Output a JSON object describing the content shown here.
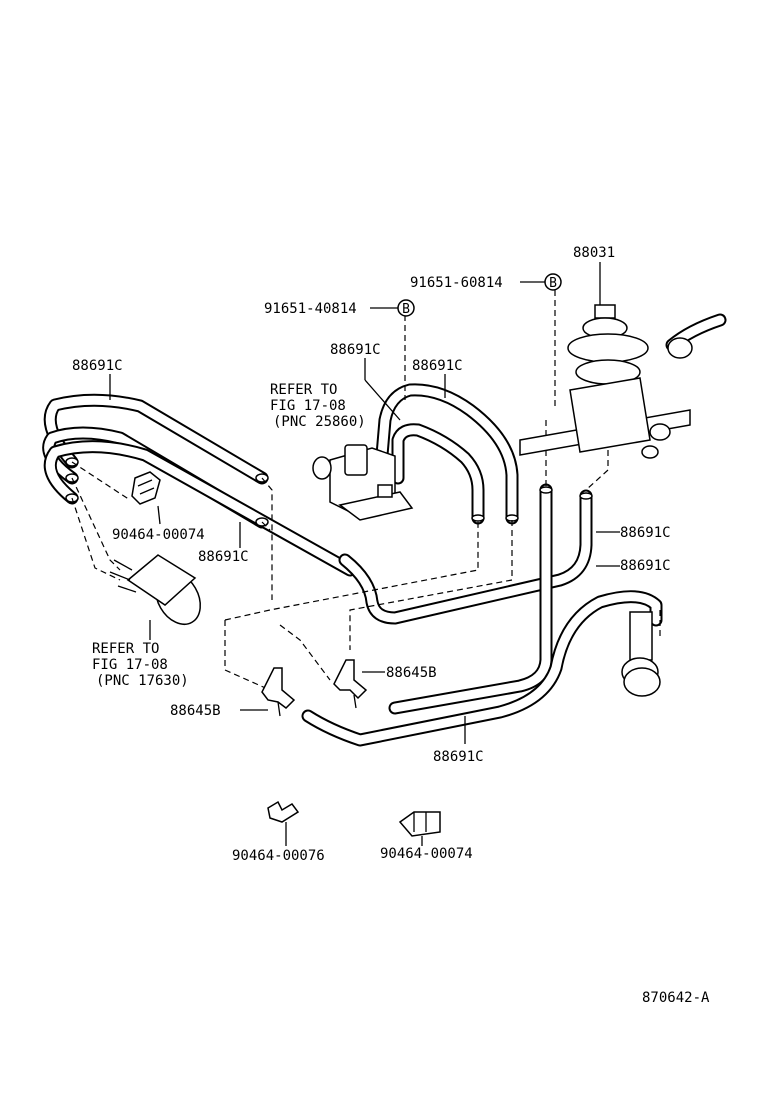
{
  "labels": {
    "p88031": "88031",
    "bolt_b_right": "91651-60814",
    "bolt_b_left": "91651-40814",
    "circle_b": "B",
    "hose_top_left": "88691C",
    "hose_mid_a": "88691C",
    "hose_mid_b": "88691C",
    "hose_right_1": "88691C",
    "hose_right_2": "88691C",
    "hose_left_lower": "88691C",
    "hose_bottom": "88691C",
    "refer_vsv": [
      "REFER TO",
      "FIG 17-08",
      "(PNC 25860)"
    ],
    "refer_filter": [
      "REFER TO",
      "FIG 17-08",
      "(PNC 17630)"
    ],
    "clip_upper": "90464-00074",
    "clip_lower_right": "90464-00074",
    "clip_lower_left": "90464-00076",
    "tee_right": "88645B",
    "tee_left": "88645B",
    "diagram_id": "870642-A"
  }
}
